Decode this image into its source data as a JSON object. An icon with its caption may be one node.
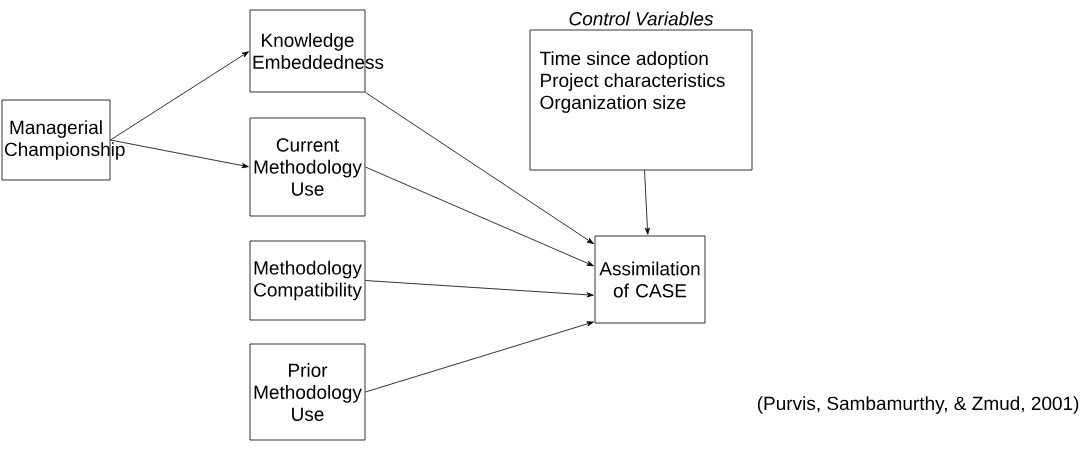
{
  "diagram": {
    "nodes": [
      {
        "text": [
          "Managerial Championship"
        ]
      },
      {
        "text": [
          "Knowledge Embeddedness"
        ]
      },
      {
        "text": [
          "Current Methodology Use"
        ]
      },
      {
        "text": [
          "Methodology Compatibility"
        ]
      },
      {
        "text": [
          "Prior Methodology Use"
        ]
      },
      {
        "text": [
          "Control Variables",
          "Time since adoption",
          "Project characteristics",
          "Organization size"
        ]
      },
      {
        "text": [
          "Assimilation of CASE"
        ]
      }
    ],
    "edges": [
      {
        "from": 0,
        "to": 1,
        "arrow": "to"
      },
      {
        "from": 0,
        "to": 2,
        "arrow": "to"
      },
      {
        "from": 1,
        "to": 6,
        "arrow": "to"
      },
      {
        "from": 2,
        "to": 6,
        "arrow": "to"
      },
      {
        "from": 3,
        "to": 6,
        "arrow": "to"
      },
      {
        "from": 4,
        "to": 6,
        "arrow": "to"
      },
      {
        "from": 5,
        "to": 6,
        "arrow": "to"
      }
    ],
    "labels": [
      "(Purvis, Sambamurthy, & Zmud, 2001)"
    ]
  }
}
